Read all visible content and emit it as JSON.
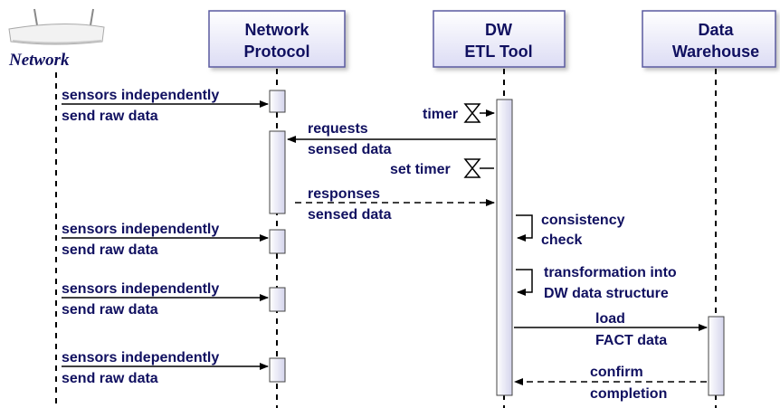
{
  "actors": {
    "network": "Network",
    "protocol": [
      "Network",
      "Protocol"
    ],
    "etl": [
      "DW",
      "ETL Tool"
    ],
    "warehouse": [
      "Data",
      "Warehouse"
    ]
  },
  "messages": {
    "sensors1": [
      "sensors independently",
      "send raw data"
    ],
    "sensors2": [
      "sensors independently",
      "send raw data"
    ],
    "sensors3": [
      "sensors independently",
      "send raw data"
    ],
    "sensors4": [
      "sensors independently",
      "send raw data"
    ],
    "requests": [
      "requests",
      "sensed data"
    ],
    "responses": [
      "responses",
      "sensed data"
    ],
    "consistency": [
      "consistency",
      "check"
    ],
    "transformation": [
      "transformation into",
      "DW data structure"
    ],
    "load": [
      "load",
      "FACT data"
    ],
    "confirm": [
      "confirm",
      "completion"
    ]
  },
  "timers": {
    "timer": "timer",
    "set_timer": "set timer"
  }
}
